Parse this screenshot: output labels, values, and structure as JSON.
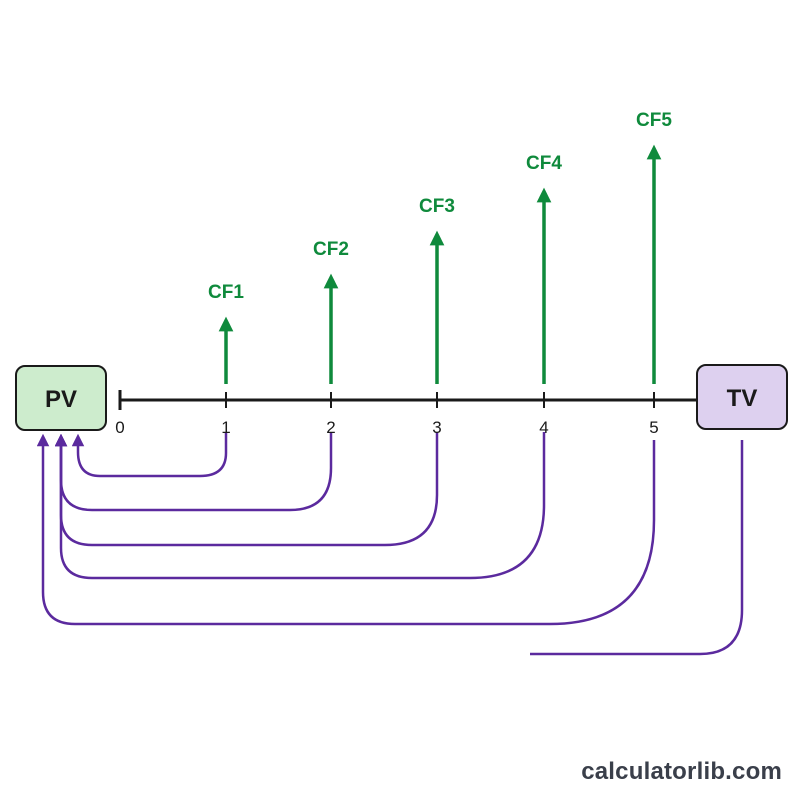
{
  "colors": {
    "cashflow_green": "#0f8a3c",
    "discount_purple": "#5b2a9e",
    "timeline": "#1a1a1a",
    "pv_fill": "#cdeccd",
    "tv_fill": "#ddd0ef",
    "box_stroke": "#1a1a1a"
  },
  "boxes": {
    "pv_label": "PV",
    "tv_label": "TV"
  },
  "timeline": {
    "periods": [
      "0",
      "1",
      "2",
      "3",
      "4",
      "5"
    ]
  },
  "cash_flows": [
    {
      "period": 1,
      "label": "CF1",
      "relative_height": 1
    },
    {
      "period": 2,
      "label": "CF2",
      "relative_height": 2
    },
    {
      "period": 3,
      "label": "CF3",
      "relative_height": 3
    },
    {
      "period": 4,
      "label": "CF4",
      "relative_height": 4
    },
    {
      "period": 5,
      "label": "CF5",
      "relative_height": 5
    }
  ],
  "watermark": "calculatorlib.com"
}
